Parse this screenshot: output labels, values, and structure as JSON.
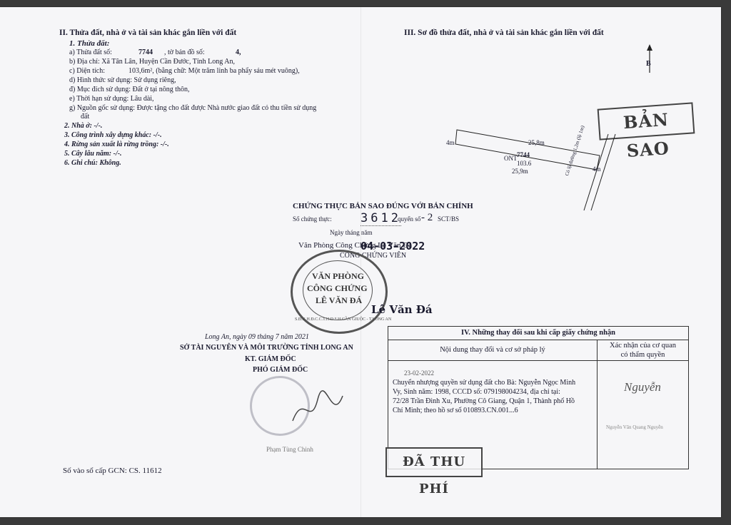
{
  "left": {
    "section2_title": "II. Thửa đất, nhà ở và tài sản khác gắn liền với đất",
    "land_heading": "1. Thửa đất:",
    "a_label": "a) Thửa đất số:",
    "a_value": "7744",
    "a_map_label": ", tờ bản đồ số:",
    "a_map_value": "4,",
    "b_line": "b) Địa chỉ:   Xã Tân Lân, Huyện Cần Đước, Tỉnh Long An,",
    "c_label": "c) Diện tích:",
    "c_value": "103,6m², (bằng chữ: Một trăm linh ba phẩy sáu mét vuông),",
    "d_line": "d) Hình thức sử dụng:   Sử dụng riêng,",
    "dd_line": "đ) Mục đích sử dụng:   Đất ở tại nông thôn,",
    "e_line": "e) Thời hạn sử dụng:   Lâu dài,",
    "g_line1": "g) Nguồn gốc sử dụng:   Được tặng cho đất được Nhà nước giao đất có thu tiền sử dụng",
    "g_line2": "đất",
    "house": "2. Nhà ở: -/-.",
    "construction": "3. Công trình xây dựng khác: -/-.",
    "forest": "4. Rừng sản xuất là rừng trồng: -/-.",
    "perennial": "5. Cây lâu năm: -/-.",
    "note": "6. Ghi chú: Không.",
    "date_line": "Long An, ngày  09  tháng  7  năm 2021",
    "department": "SỞ TÀI NGUYÊN VÀ MÔI TRƯỜNG TỈNH LONG AN",
    "kt": "KT. GIÁM ĐỐC",
    "deputy": "PHÓ GIÁM ĐỐC",
    "signer": "Phạm Tùng Chinh",
    "register_no": "Số vào sổ cấp GCN: CS. 11612"
  },
  "right": {
    "section3_title": "III. Sơ đồ thửa đất, nhà ở và tài sản khác gắn liền với đất",
    "north": "B",
    "ban_sao": "BẢN SAO",
    "len_left": "4m",
    "len_top": "25,8m",
    "len_right": "4m",
    "len_bottom": "25,9m",
    "parcel_use": "ONT",
    "parcel_no": "7744",
    "parcel_area": "103.6",
    "road_label": "Cỏ lộ đường 1,2m (lộ 1m)"
  },
  "certify": {
    "title": "CHỨNG THỰC BẢN SAO ĐÚNG VỚI BẢN CHÍNH",
    "so_label": "Số chứng thực:",
    "so_value": "3612",
    "quyen": "quyển số",
    "quyen_value": "- 2",
    "sct": "SCT/BS",
    "ngay_label": "Ngày          tháng        năm",
    "ngay_value": "04-03-2022",
    "office": "Văn Phòng Công Chứng Lê Văn Đá",
    "notary": "CÔNG CHỨNG VIÊN",
    "signer": "Lê Văn Đá",
    "seal_ring": "S.Đ.K.H.Đ.C.C.T.H.D * H.CẦN GIUỘC - T.LONG AN",
    "seal_l1": "VĂN PHÒNG",
    "seal_l2": "CÔNG CHỨNG",
    "seal_l3": "LÊ VĂN ĐÁ"
  },
  "changes": {
    "title": "IV. Những thay đổi sau khi cấp giấy chứng nhận",
    "col1": "Nội dung thay đổi và cơ sở pháp lý",
    "col2_l1": "Xác nhận của cơ quan",
    "col2_l2": "có thẩm quyền",
    "date": "23-02-2022",
    "content_l1": "Chuyển nhượng quyền sử dụng đất cho Bà: Nguyễn Ngọc Minh",
    "content_l2": "Vy, Sinh năm: 1998, CCCD số: 079198004234, địa chỉ tại:",
    "content_l3": "72/28 Trần Đình Xu, Phường Cô Giang, Quận 1, Thành phố Hồ",
    "content_l4": "Chí Minh; theo hồ sơ số 010893.CN.001...6",
    "confirm_sign": "Nguyễn",
    "confirm_name": "Nguyễn Văn Quang Nguyễn",
    "fee": "ĐÃ THU PHÍ"
  }
}
